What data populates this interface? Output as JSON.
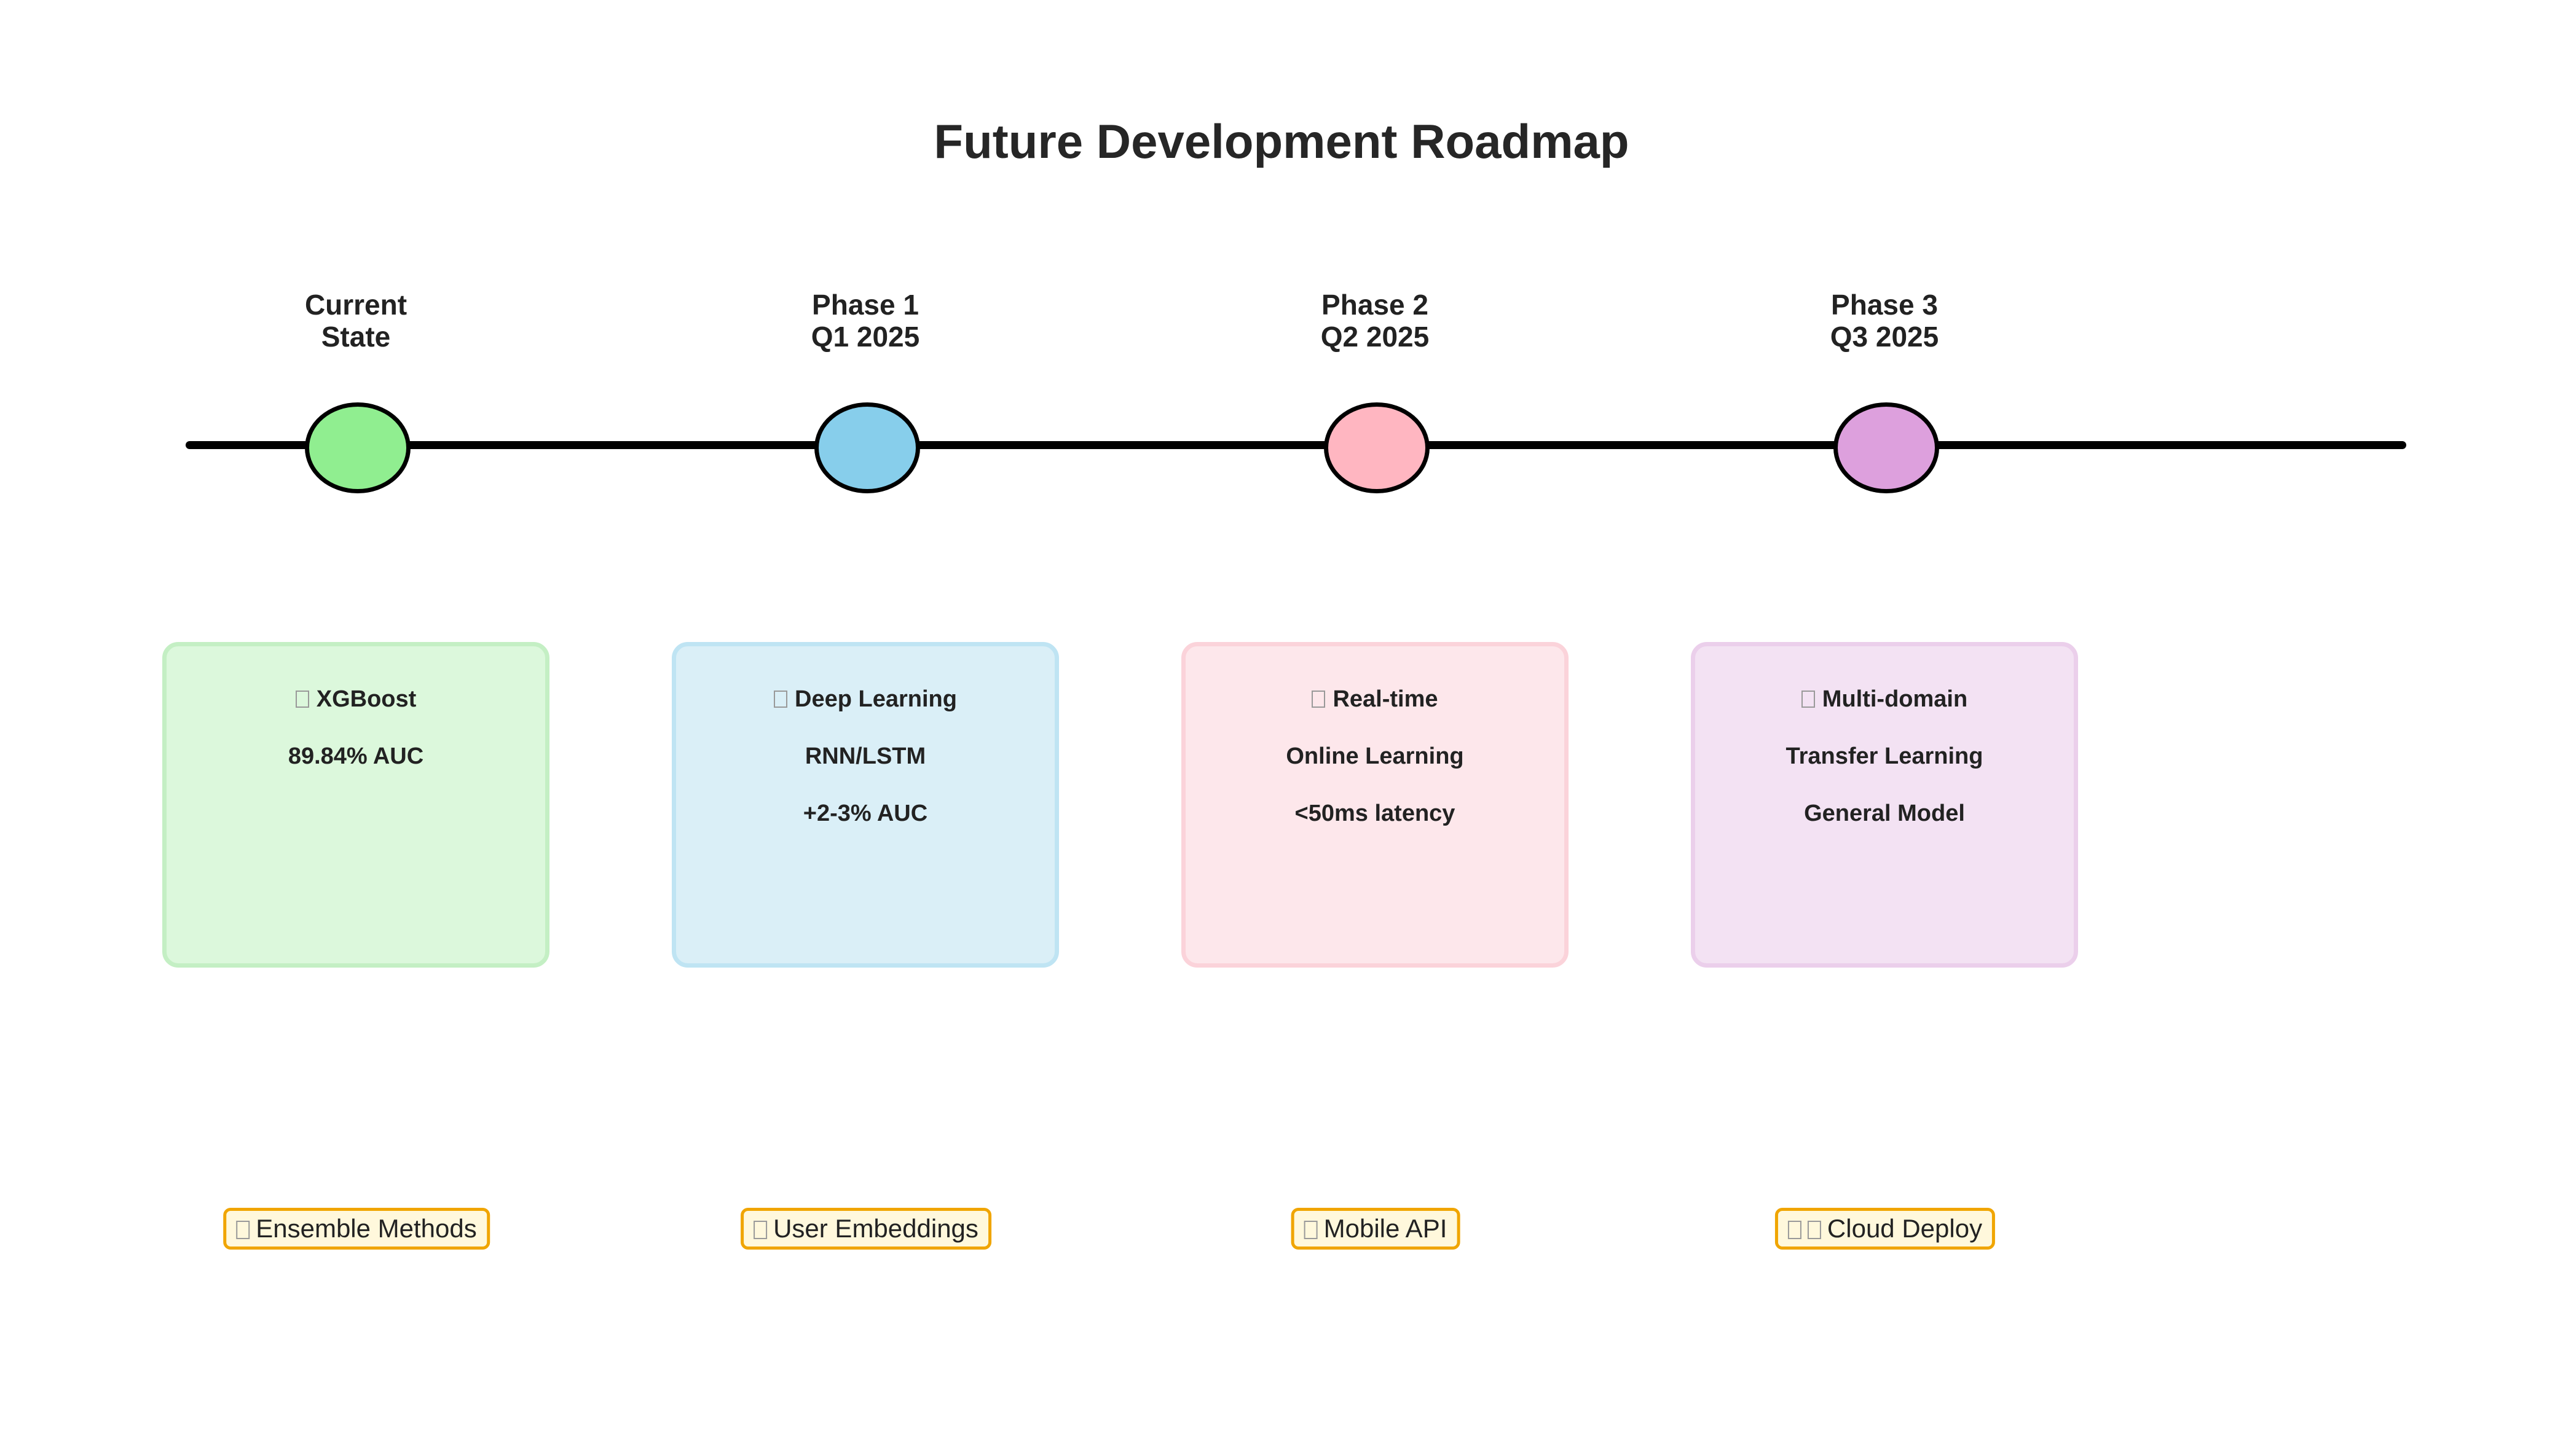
{
  "title": "Future Development Roadmap",
  "phases": [
    {
      "label_line1": "Current",
      "label_line2": "State",
      "node_color": "#90ee90",
      "card_bg": "#dcf8dc",
      "card_border": "#c4efc4",
      "card_icon": "icon",
      "card_heading": "XGBoost",
      "card_lines": [
        "89.84% AUC"
      ],
      "tag_icon": "icon",
      "tag_label": "Ensemble Methods"
    },
    {
      "label_line1": "Phase 1",
      "label_line2": "Q1 2025",
      "node_color": "#87ceeb",
      "card_bg": "#daeff7",
      "card_border": "#bfe4f3",
      "card_icon": "icon",
      "card_heading": "Deep Learning",
      "card_lines": [
        "RNN/LSTM",
        "+2-3% AUC"
      ],
      "tag_icon": "icon",
      "tag_label": "User Embeddings"
    },
    {
      "label_line1": "Phase 2",
      "label_line2": "Q2 2025",
      "node_color": "#ffb6c1",
      "card_bg": "#fde7eb",
      "card_border": "#fbd3da",
      "card_icon": "icon",
      "card_heading": "Real-time",
      "card_lines": [
        "Online Learning",
        "<50ms latency"
      ],
      "tag_icon": "icon",
      "tag_label": "Mobile API"
    },
    {
      "label_line1": "Phase 3",
      "label_line2": "Q3 2025",
      "node_color": "#dda0dd",
      "card_bg": "#f3e2f3",
      "card_border": "#ebcfeb",
      "card_icon": "icon",
      "card_heading": "Multi-domain",
      "card_lines": [
        "Transfer Learning",
        "General Model"
      ],
      "tag_icon": "icons",
      "tag_label": "Cloud Deploy"
    }
  ],
  "tag_accent": "#f0a500",
  "tag_bg": "#fff8dc"
}
